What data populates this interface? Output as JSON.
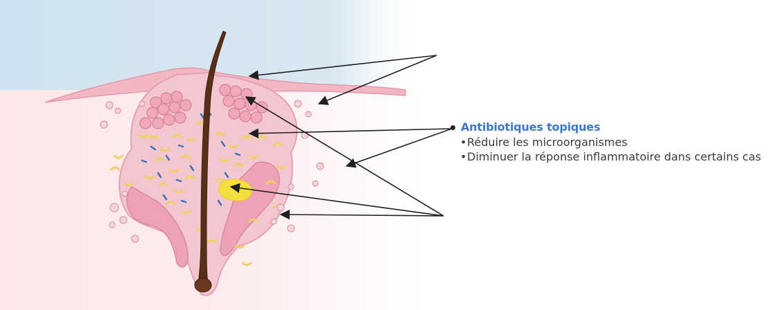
{
  "legend": {
    "title": "Antibiotiques topiques",
    "items": [
      "Réduire les microorganismes",
      "Diminuer la réponse inflammatoire dans certains cas"
    ]
  },
  "colors": {
    "title": "#3f78c4",
    "skin": "#f2c3cc",
    "gland": "#e48ea4",
    "hair": "#5a2f18",
    "bacteria_yellow": "#f2d36b",
    "bacteria_blue": "#3a73b8",
    "pus": "#f5de40"
  }
}
